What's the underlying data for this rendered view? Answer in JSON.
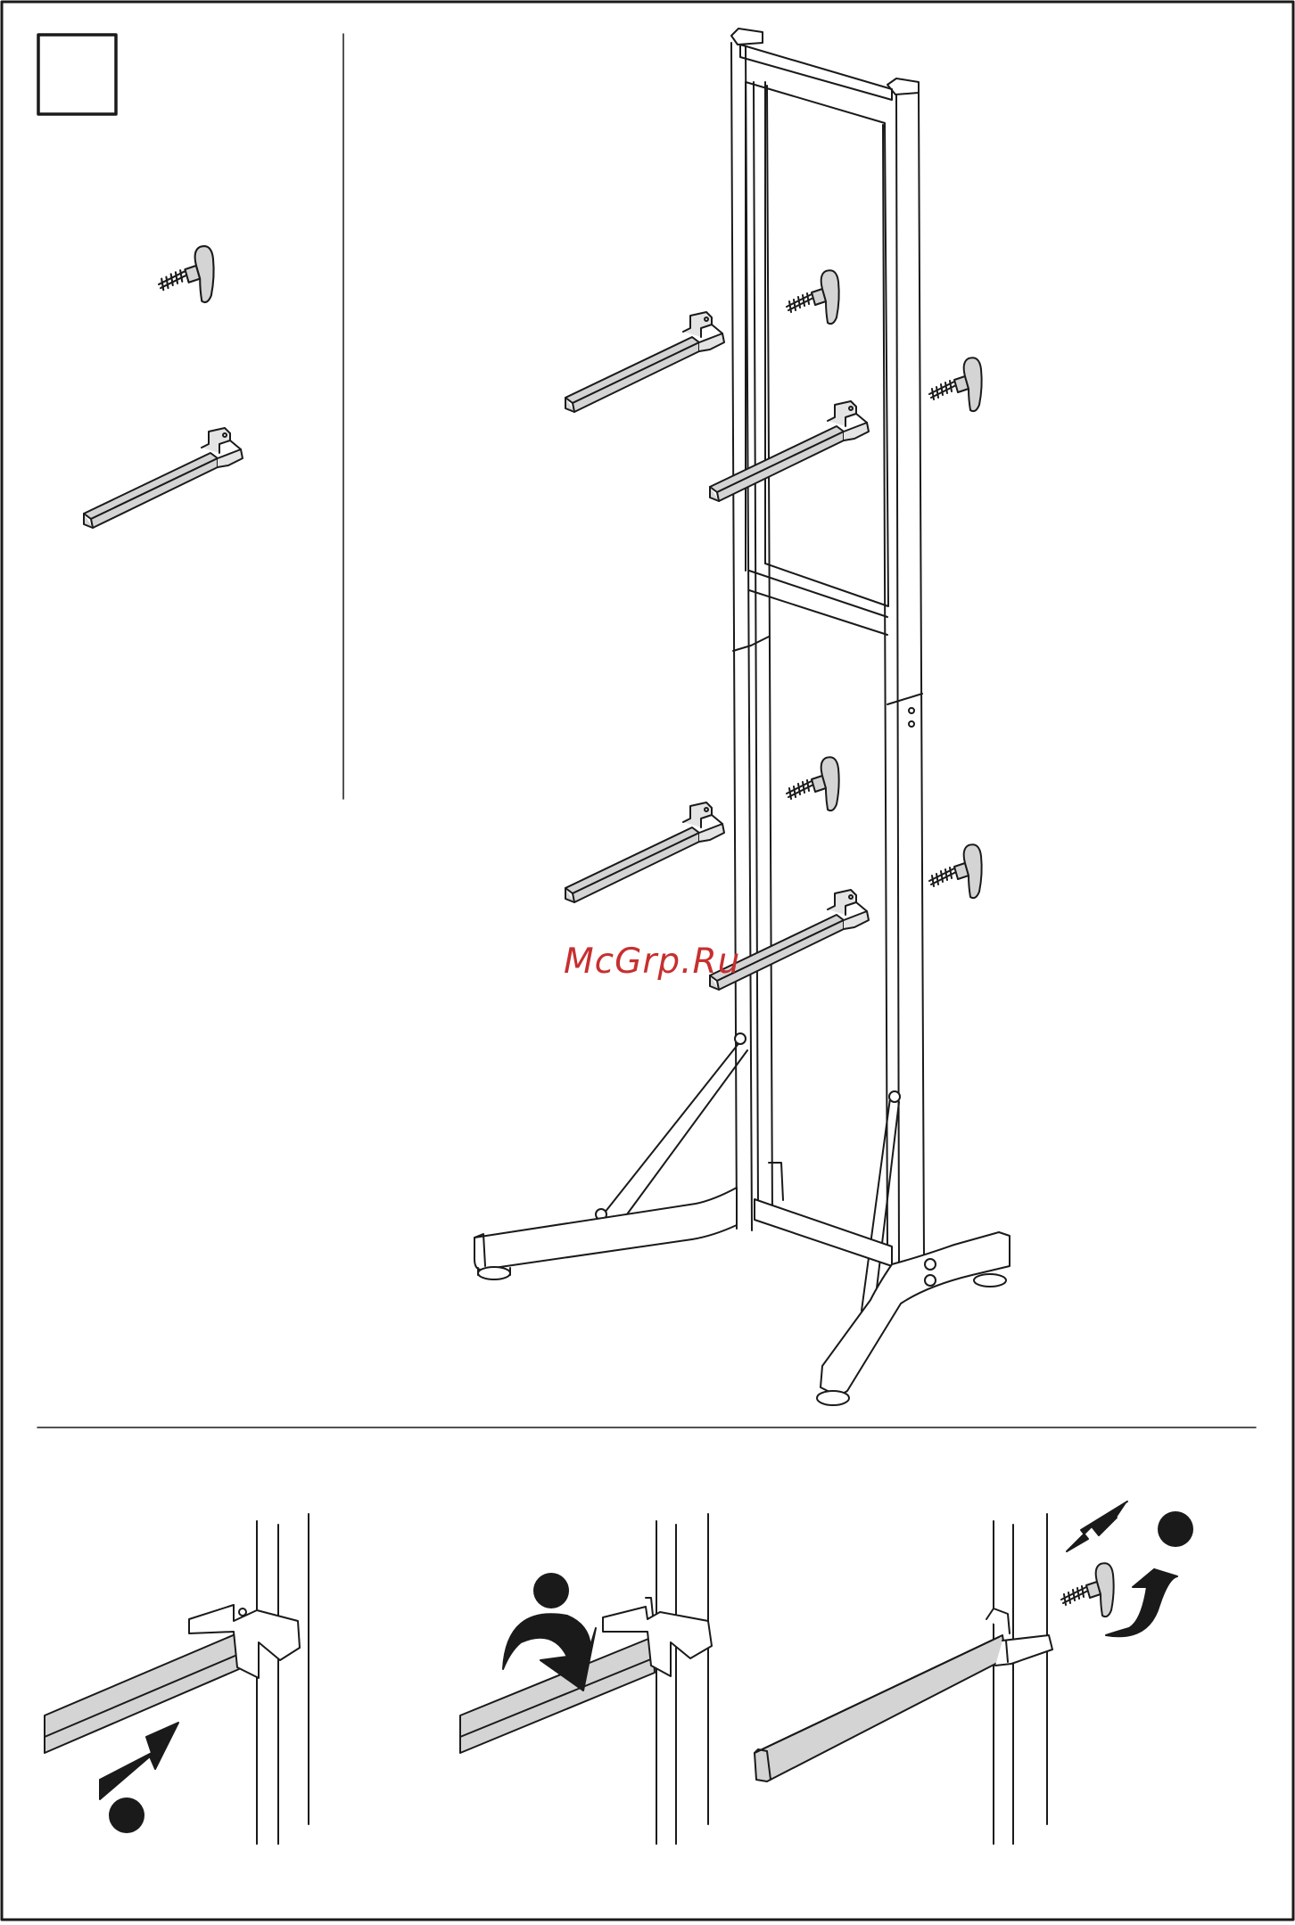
{
  "watermark": "McGrp.Ru",
  "colors": {
    "line": "#1a1a1a",
    "part_fill": "#d4d4d4",
    "paper": "#ffffff",
    "watermark": "#c72f2f"
  },
  "parts_panel": {
    "items": [
      "thumb-screw",
      "rack-arm"
    ],
    "step_box_label": ""
  },
  "detail_steps": [
    {
      "id": "insert-arm",
      "arrow": "push"
    },
    {
      "id": "rotate-arm",
      "arrow": "curved"
    },
    {
      "id": "fasten-screw",
      "arrow": "screw-in"
    }
  ]
}
